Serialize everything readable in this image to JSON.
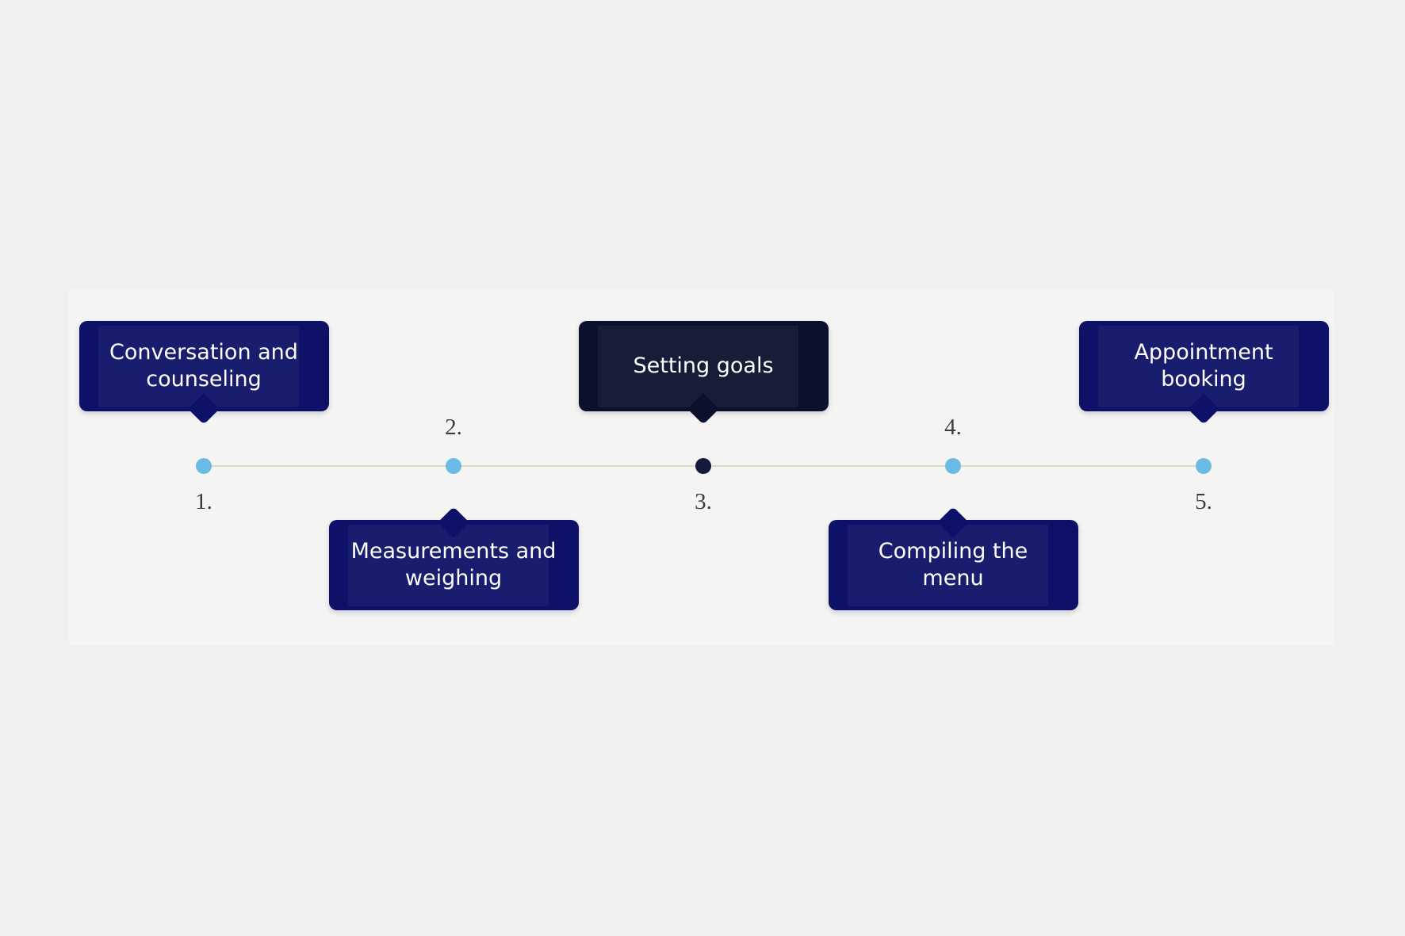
{
  "colors": {
    "bg": "#f1f0ef",
    "panel": "#f4f4f2",
    "box_navy": "#0d1167",
    "box_dark": "#0b102d",
    "dot_blue": "#6cbbe5",
    "dot_dark": "#141a3f",
    "line": "#ded8c5",
    "number": "#3a3a3a",
    "label_text": "#ffffff"
  },
  "timeline": {
    "steps": [
      {
        "number": "1.",
        "label": "Conversation and counseling",
        "box_side": "above",
        "highlighted": false
      },
      {
        "number": "2.",
        "label": "Measurements and weighing",
        "box_side": "below",
        "highlighted": false
      },
      {
        "number": "3.",
        "label": "Setting goals",
        "box_side": "above",
        "highlighted": true
      },
      {
        "number": "4.",
        "label": "Compiling the menu",
        "box_side": "below",
        "highlighted": false
      },
      {
        "number": "5.",
        "label": "Appointment booking",
        "box_side": "above",
        "highlighted": false
      }
    ]
  }
}
